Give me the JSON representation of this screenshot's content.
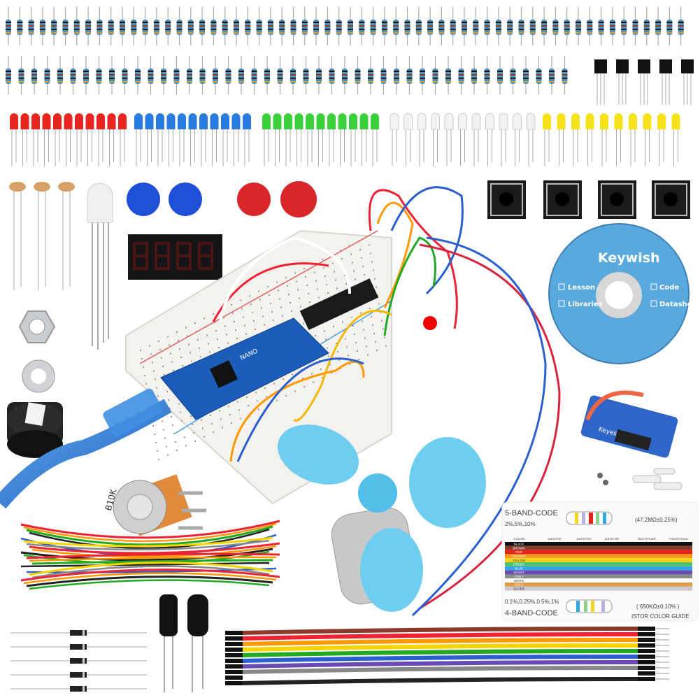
{
  "cd": {
    "brand": "Keywish",
    "items": [
      "Lesson",
      "Libraries",
      "Code",
      "Datasheet"
    ],
    "color": "#5aa9de"
  },
  "color_guide": {
    "five_band_title": "5-BAND-CODE",
    "five_band_tolerances": "2%,5%,10%",
    "five_band_example": "(47.2MΩ±0.25%)",
    "columns": [
      "COLOR",
      "1st BAND",
      "2nd BAND",
      "3rd BAND",
      "MULTIPLIER",
      "TOLERANCE"
    ],
    "rows": [
      {
        "name": "BLACK",
        "color": "#111111"
      },
      {
        "name": "BROWN",
        "color": "#8b3a2b"
      },
      {
        "name": "RED",
        "color": "#e8221d"
      },
      {
        "name": "ORANGE",
        "color": "#f39a1c"
      },
      {
        "name": "YELLOW",
        "color": "#f5d424"
      },
      {
        "name": "GREEN",
        "color": "#4fc26a"
      },
      {
        "name": "BLUE",
        "color": "#33a7e6"
      },
      {
        "name": "VIOLET",
        "color": "#6a4bb5"
      },
      {
        "name": "GREY",
        "color": "#8a8a8a"
      },
      {
        "name": "WHITE",
        "color": "#ffffff"
      },
      {
        "name": "GOLD",
        "color": "#e09a45"
      },
      {
        "name": "SILVER",
        "color": "#c9ccd6"
      }
    ],
    "four_band_tolerances": "0.1%,0.25%,0.5%,1%",
    "four_band_title": "4-BAND-CODE",
    "four_band_example": "( 650KΩ±0.10% )",
    "footer": "ISTOR COLOR GUIDE"
  },
  "potentiometer_label": "B10K",
  "board_label": "NANO",
  "servo_label": "Keyes",
  "led_colors": [
    "#e8261f",
    "#2a7de0",
    "#3cd13c",
    "#f2f2f2",
    "#f4e21a"
  ],
  "bottle_cap_colors": [
    "#1f4fd8",
    "#d9262b"
  ]
}
